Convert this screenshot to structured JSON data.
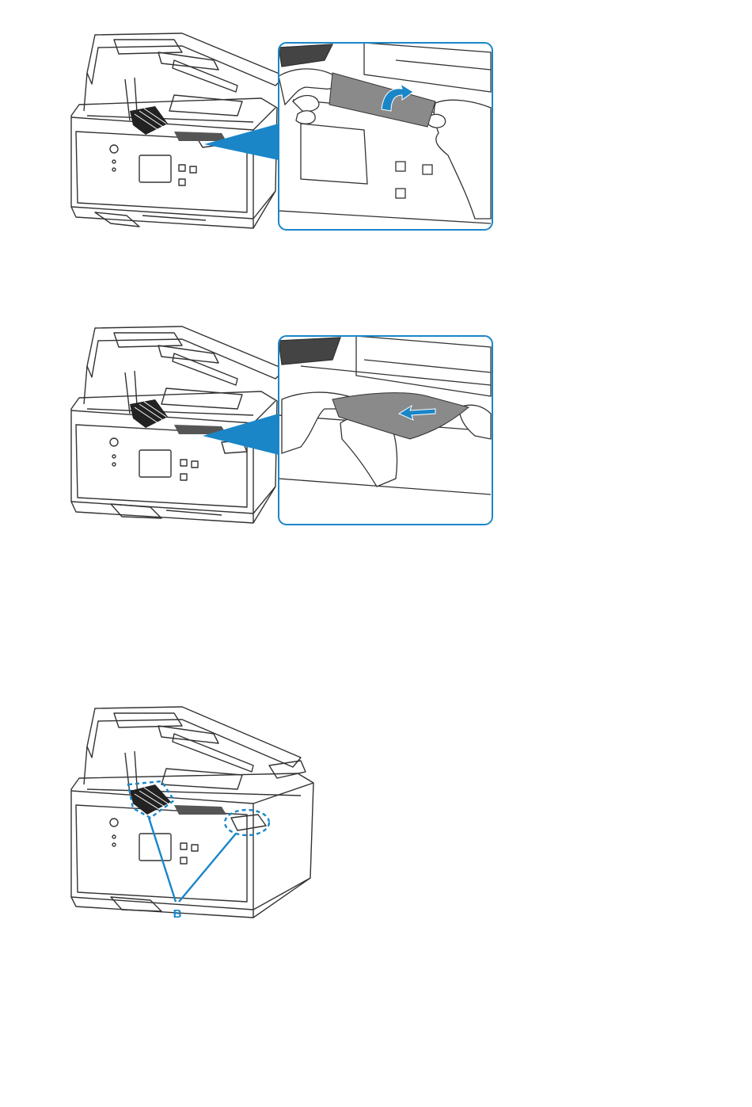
{
  "figures": [
    {
      "id": "fig1",
      "kind": "printer-with-inset"
    },
    {
      "id": "fig2",
      "kind": "printer-with-inset"
    },
    {
      "id": "fig3",
      "kind": "printer-with-callout"
    }
  ],
  "callout": {
    "label": "B"
  },
  "colors": {
    "accent": "#1a86c8",
    "line": "#333333",
    "paper": "#8a8a8a"
  }
}
